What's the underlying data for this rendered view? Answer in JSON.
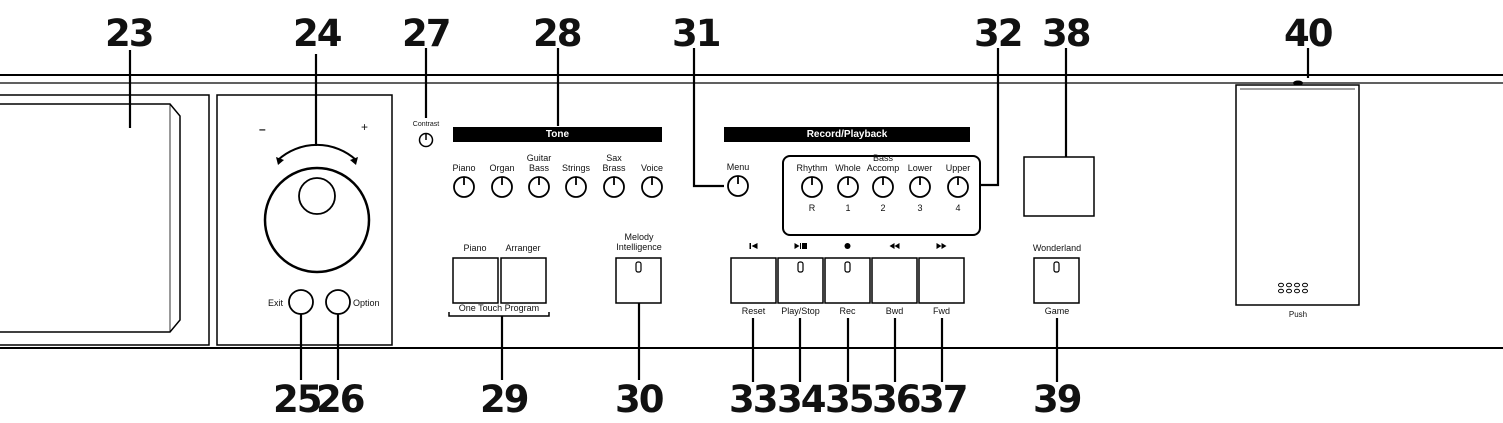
{
  "callouts": [
    "23",
    "24",
    "25",
    "26",
    "27",
    "28",
    "29",
    "30",
    "31",
    "32",
    "33",
    "34",
    "35",
    "36",
    "37",
    "38",
    "39",
    "40"
  ],
  "labels": {
    "contrast": "Contrast",
    "tone_header": "Tone",
    "record_header": "Record/Playback",
    "tone_buttons": [
      "Piano",
      "Organ",
      "Guitar\nBass",
      "Strings",
      "Sax\nBrass",
      "Voice"
    ],
    "menu": "Menu",
    "record_buttons": [
      "Rhythm",
      "Whole",
      "Bass\nAccomp",
      "Lower",
      "Upper"
    ],
    "track_numbers": [
      "R",
      "1",
      "2",
      "3",
      "4"
    ],
    "dial_minus": "–",
    "dial_plus": "+",
    "exit": "Exit",
    "option": "Option",
    "otp_piano": "Piano",
    "otp_arranger": "Arranger",
    "one_touch_program": "One Touch Program",
    "melody_intelligence": "Melody\nIntelligence",
    "transport_labels": [
      "Reset",
      "Play/Stop",
      "Rec",
      "Bwd",
      "Fwd"
    ],
    "transport_icons": [
      "reset-icon",
      "play-stop-icon",
      "record-icon",
      "rewind-icon",
      "fast-forward-icon"
    ],
    "wonderland": "Wonderland",
    "game": "Game",
    "push": "Push"
  }
}
